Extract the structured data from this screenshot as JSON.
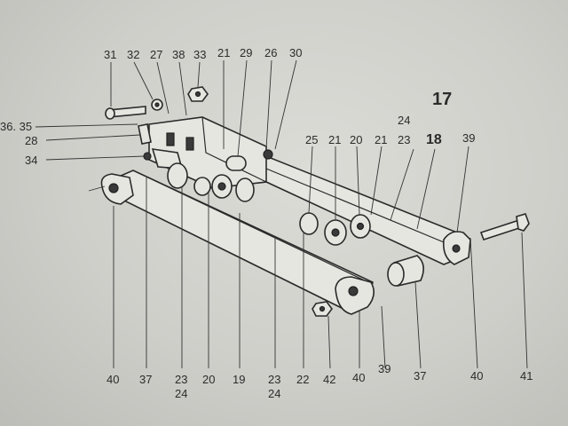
{
  "diagram": {
    "assembly_number": "17",
    "labels": {
      "l31": "31",
      "l32": "32",
      "l27": "27",
      "l38": "38",
      "l33": "33",
      "l21a": "21",
      "l29": "29",
      "l26": "26",
      "l30": "30",
      "l36_35": "36. 35",
      "l28": "28",
      "l34": "34",
      "l24top": "24",
      "l23top": "23",
      "l18": "18",
      "l39top": "39",
      "l25": "25",
      "l21b": "21",
      "l20top": "20",
      "l21c": "21",
      "l40a": "40",
      "l37a": "37",
      "l23a": "23",
      "l24a": "24",
      "l20b": "20",
      "l19": "19",
      "l23b": "23",
      "l24b": "24",
      "l22": "22",
      "l42": "42",
      "l40b": "40",
      "l39b": "39",
      "l37b": "37",
      "l40c": "40",
      "l41": "41"
    }
  }
}
